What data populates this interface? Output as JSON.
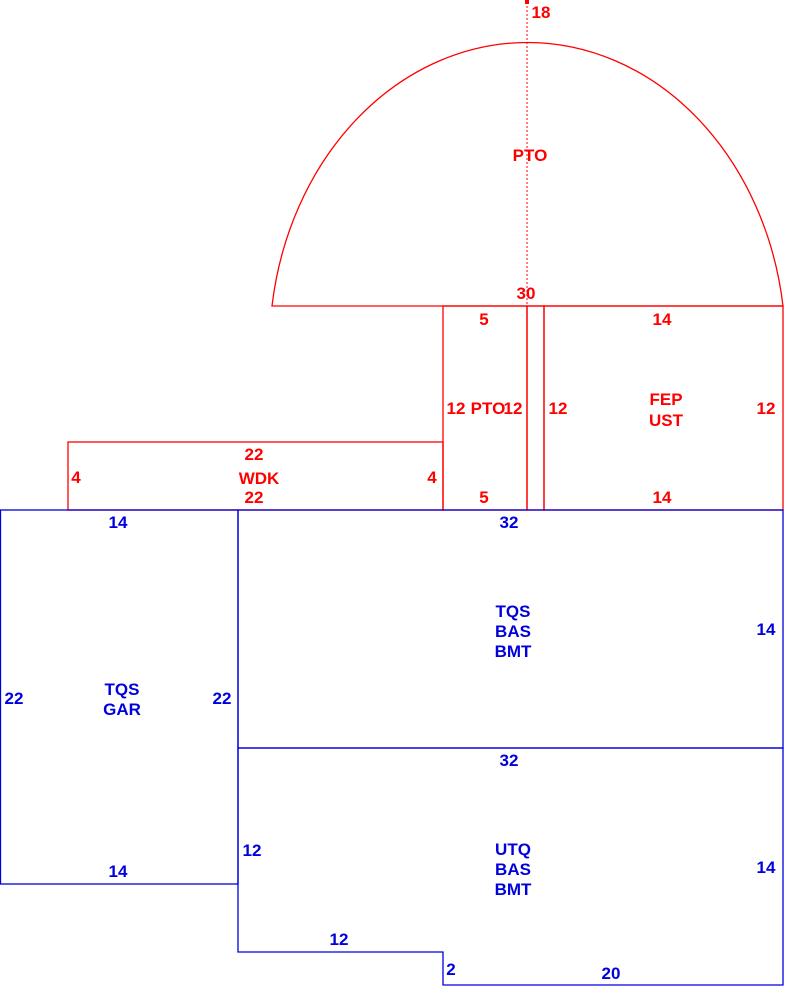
{
  "colors": {
    "exterior": "#ff0000",
    "interior": "#0000dd"
  },
  "areas": {
    "pto_semicircle": {
      "label": "PTO",
      "radius": "18",
      "diameter": "30"
    },
    "pto_small": {
      "label": "PTO",
      "top": "5",
      "bottom": "5",
      "left": "12",
      "right": "12"
    },
    "fep_ust": {
      "line1": "FEP",
      "line2": "UST",
      "top": "14",
      "bottom": "14",
      "left": "12",
      "right": "12"
    },
    "wdk": {
      "label": "WDK",
      "top": "22",
      "bottom": "22",
      "left": "4",
      "right": "4"
    },
    "gar": {
      "line1": "TQS",
      "line2": "GAR",
      "top": "14",
      "bottom": "14",
      "left": "22",
      "right": "22"
    },
    "tqs_bas": {
      "line1": "TQS",
      "line2": "BAS",
      "line3": "BMT",
      "top": "32",
      "bottom": "32",
      "right": "14"
    },
    "utq_bas": {
      "line1": "UTQ",
      "line2": "BAS",
      "line3": "BMT",
      "left": "12",
      "right": "14",
      "bottom_left": "12",
      "step": "2",
      "bottom_right": "20"
    }
  }
}
